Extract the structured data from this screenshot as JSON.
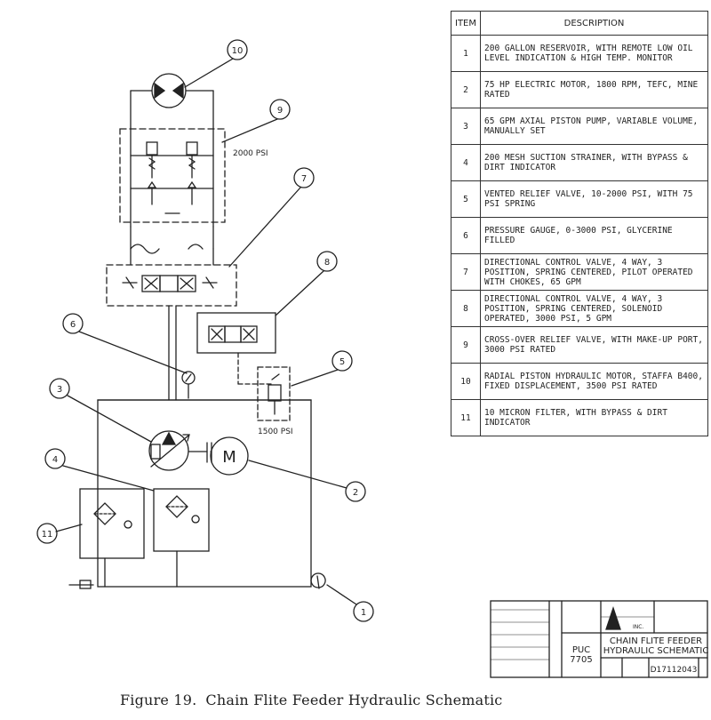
{
  "parts_table": {
    "header_item": "ITEM",
    "header_description": "DESCRIPTION",
    "rows": [
      {
        "item": "1",
        "description": "200 GALLON RESERVOIR, WITH REMOTE LOW OIL LEVEL INDICATION & HIGH TEMP. MONITOR"
      },
      {
        "item": "2",
        "description": "75 HP ELECTRIC MOTOR, 1800 RPM, TEFC, MINE RATED"
      },
      {
        "item": "3",
        "description": "65 GPM AXIAL PISTON PUMP, VARIABLE VOLUME, MANUALLY SET"
      },
      {
        "item": "4",
        "description": "200 MESH SUCTION STRAINER, WITH BYPASS & DIRT INDICATOR"
      },
      {
        "item": "5",
        "description": "VENTED RELIEF VALVE, 10-2000 PSI, WITH 75 PSI SPRING"
      },
      {
        "item": "6",
        "description": "PRESSURE GAUGE, 0-3000 PSI, GLYCERINE FILLED"
      },
      {
        "item": "7",
        "description": "DIRECTIONAL CONTROL VALVE, 4 WAY, 3 POSITION, SPRING CENTERED, PILOT OPERATED WITH CHOKES, 65 GPM"
      },
      {
        "item": "8",
        "description": "DIRECTIONAL CONTROL VALVE, 4 WAY, 3 POSITION, SPRING CENTERED, SOLENOID OPERATED, 3000 PSI, 5 GPM"
      },
      {
        "item": "9",
        "description": "CROSS-OVER RELIEF VALVE, WITH MAKE-UP PORT, 3000 PSI RATED"
      },
      {
        "item": "10",
        "description": "RADIAL PISTON HYDRAULIC MOTOR, STAFFA B400, FIXED DISPLACEMENT, 3500 PSI RATED"
      },
      {
        "item": "11",
        "description": "10 MICRON FILTER, WITH BYPASS & DIRT INDICATOR"
      }
    ]
  },
  "schematic": {
    "callouts": [
      "1",
      "2",
      "3",
      "4",
      "5",
      "6",
      "7",
      "8",
      "9",
      "10",
      "11"
    ],
    "pressure_labels": {
      "crossover": "2000 PSI",
      "relief": "1500 PSI"
    },
    "motor_symbol": "M"
  },
  "title_block": {
    "dwg_prefix": "PUC",
    "dwg_code": "7705",
    "title_line1": "CHAIN FLITE FEEDER",
    "title_line2": "HYDRAULIC SCHEMATIC",
    "drawing_number": "D17112043",
    "company": "INC."
  },
  "caption": {
    "figure": "Figure 19.",
    "text": "Chain Flite Feeder Hydraulic Schematic"
  },
  "colors": {
    "ink": "#222222",
    "paper": "#ffffff"
  }
}
